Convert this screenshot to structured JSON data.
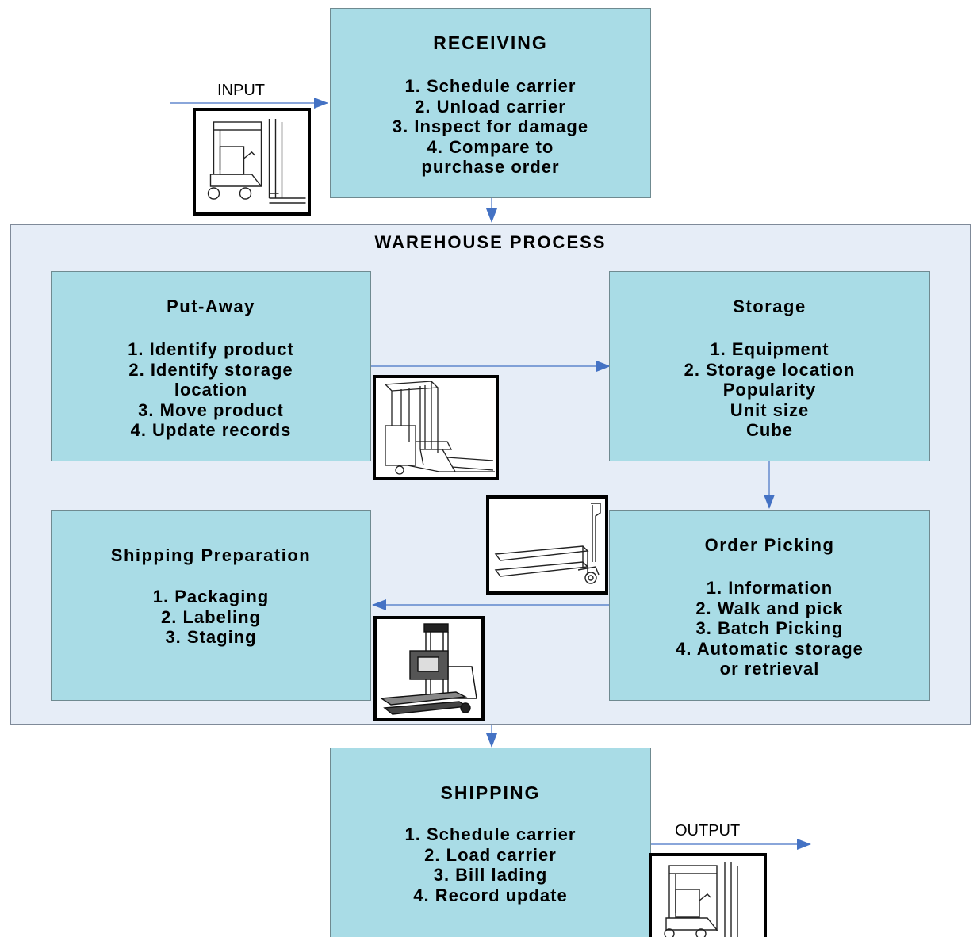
{
  "receiving": {
    "title": "RECEIVING",
    "items": [
      "1. Schedule carrier",
      "2. Unload carrier",
      "3. Inspect for damage",
      "4. Compare to",
      "purchase order"
    ]
  },
  "input_label": "INPUT",
  "warehouse": {
    "title": "WAREHOUSE PROCESS",
    "put_away": {
      "title": "Put-Away",
      "items": [
        "1. Identify product",
        "2. Identify storage",
        "location",
        "3. Move product",
        "4. Update records"
      ]
    },
    "storage": {
      "title": "Storage",
      "items": [
        "1. Equipment",
        "2. Storage location",
        "Popularity",
        "Unit size",
        "Cube"
      ]
    },
    "order_picking": {
      "title": "Order Picking",
      "items": [
        "1. Information",
        "2. Walk and pick",
        "3. Batch Picking",
        "4. Automatic storage",
        "or retrieval"
      ]
    },
    "shipping_prep": {
      "title": "Shipping Preparation",
      "items": [
        "1. Packaging",
        "2. Labeling",
        "3. Staging"
      ]
    }
  },
  "shipping": {
    "title": "SHIPPING",
    "items": [
      "1. Schedule carrier",
      "2. Load carrier",
      "3. Bill lading",
      "4. Record update"
    ]
  },
  "output_label": "OUTPUT",
  "colors": {
    "box_fill": "#a9dce6",
    "panel_fill": "#e6edf7",
    "arrow": "#4472c4"
  },
  "icons": [
    "forklift-icon",
    "reach-truck-icon",
    "pallet-jack-icon",
    "order-picker-icon"
  ]
}
